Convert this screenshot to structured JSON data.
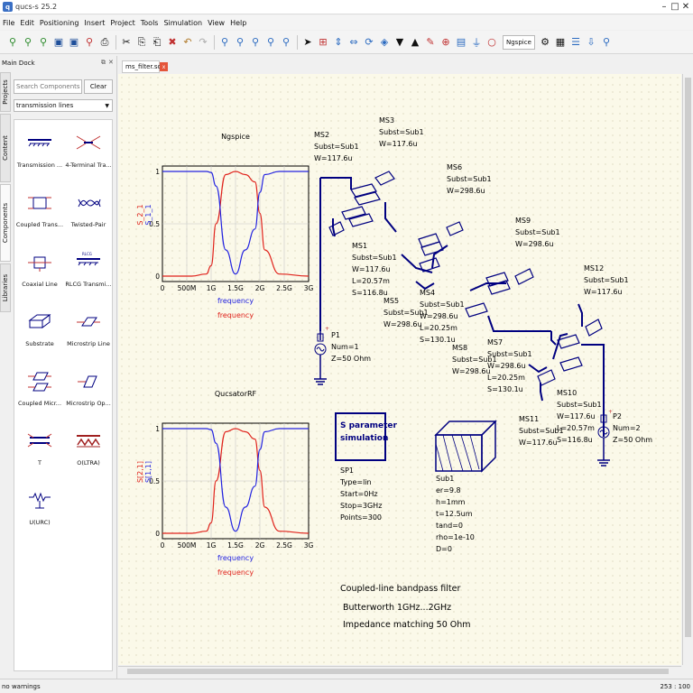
{
  "window": {
    "title": "qucs-s 25.2",
    "min": "–",
    "max": "□",
    "close": "✕"
  },
  "menu": [
    "File",
    "Edit",
    "Positioning",
    "Insert",
    "Project",
    "Tools",
    "Simulation",
    "View",
    "Help"
  ],
  "toolbar": {
    "simulator": "Ngspice"
  },
  "dock": {
    "title": "Main Dock",
    "tabs": [
      "Projects",
      "Content",
      "Components",
      "Libraries"
    ],
    "search_placeholder": "Search Components",
    "clear_label": "Clear",
    "category": "transmission lines",
    "components": [
      {
        "icon": "transmission-line-icon",
        "label": "Transmission ..."
      },
      {
        "icon": "four-terminal-line-icon",
        "label": "4-Terminal Tra..."
      },
      {
        "icon": "coupled-line-icon",
        "label": "Coupled Trans..."
      },
      {
        "icon": "twisted-pair-icon",
        "label": "Twisted-Pair"
      },
      {
        "icon": "coaxial-line-icon",
        "label": "Coaxial Line"
      },
      {
        "icon": "rlcg-line-icon",
        "label": "RLCG Transmi..."
      },
      {
        "icon": "substrate-icon",
        "label": "Substrate"
      },
      {
        "icon": "microstrip-line-icon",
        "label": "Microstrip Line"
      },
      {
        "icon": "coupled-microstrip-icon",
        "label": "Coupled Micr..."
      },
      {
        "icon": "microstrip-open-icon",
        "label": "Microstrip Op..."
      },
      {
        "icon": "tee-icon",
        "label": "T"
      },
      {
        "icon": "oltra-icon",
        "label": "O(LTRA)"
      },
      {
        "icon": "urc-icon",
        "label": "U(URC)"
      }
    ]
  },
  "document": {
    "tab": "ms_filter.sch",
    "close": "x"
  },
  "plots": [
    {
      "title": "Ngspice",
      "ylabels": [
        "S_2_1",
        "S_1_1"
      ],
      "xlabel": [
        "frequency",
        "frequency"
      ],
      "xticks": [
        "0",
        "500M",
        "1G",
        "1.5G",
        "2G",
        "2.5G",
        "3G"
      ],
      "yticks": [
        "0",
        "0.5",
        "1"
      ]
    },
    {
      "title": "QucsatorRF",
      "ylabels": [
        "S[2,1]",
        "S[1,1]"
      ],
      "xlabel": [
        "frequency",
        "frequency"
      ],
      "xticks": [
        "0",
        "500M",
        "1G",
        "1.5G",
        "2G",
        "2.5G",
        "3G"
      ],
      "yticks": [
        "0",
        "0.5",
        "1"
      ]
    }
  ],
  "colors": {
    "s21": "#e0231c",
    "s11": "#2323e0",
    "wire": "#000080",
    "frame": "#000080"
  },
  "chart_data": [
    {
      "type": "line",
      "title": "Ngspice",
      "xlim": [
        0,
        3000000000.0
      ],
      "ylim": [
        0,
        1
      ],
      "series": [
        {
          "name": "S_2_1",
          "x": [
            0,
            600000000.0,
            900000000.0,
            1000000000.0,
            1100000000.0,
            1300000000.0,
            1500000000.0,
            1700000000.0,
            1900000000.0,
            2000000000.0,
            2100000000.0,
            2400000000.0,
            3000000000.0
          ],
          "values": [
            0,
            0,
            0.02,
            0.1,
            0.5,
            0.97,
            1.0,
            0.97,
            0.9,
            0.6,
            0.25,
            0.02,
            0
          ]
        },
        {
          "name": "S_1_1",
          "x": [
            0,
            600000000.0,
            900000000.0,
            1000000000.0,
            1100000000.0,
            1300000000.0,
            1500000000.0,
            1700000000.0,
            1900000000.0,
            2000000000.0,
            2100000000.0,
            2400000000.0,
            3000000000.0
          ],
          "values": [
            1,
            1,
            1.0,
            0.99,
            0.86,
            0.25,
            0.02,
            0.25,
            0.45,
            0.8,
            0.97,
            1.0,
            1
          ]
        }
      ]
    },
    {
      "type": "line",
      "title": "QucsatorRF",
      "xlim": [
        0,
        3000000000.0
      ],
      "ylim": [
        0,
        1
      ],
      "series": [
        {
          "name": "S[2,1]",
          "x": [
            0,
            600000000.0,
            900000000.0,
            1000000000.0,
            1100000000.0,
            1300000000.0,
            1500000000.0,
            1700000000.0,
            1900000000.0,
            2000000000.0,
            2100000000.0,
            2400000000.0,
            3000000000.0
          ],
          "values": [
            0,
            0,
            0.02,
            0.1,
            0.5,
            0.97,
            1.0,
            0.97,
            0.9,
            0.6,
            0.25,
            0.02,
            0
          ]
        },
        {
          "name": "S[1,1]",
          "x": [
            0,
            600000000.0,
            900000000.0,
            1000000000.0,
            1100000000.0,
            1300000000.0,
            1500000000.0,
            1700000000.0,
            1900000000.0,
            2000000000.0,
            2100000000.0,
            2400000000.0,
            3000000000.0
          ],
          "values": [
            1,
            1,
            1.0,
            0.99,
            0.86,
            0.25,
            0.02,
            0.25,
            0.45,
            0.8,
            0.97,
            1.0,
            1
          ]
        }
      ]
    }
  ],
  "schematic": {
    "labels": [
      {
        "lines": [
          "MS2",
          "Subst=Sub1",
          "W=117.6u"
        ]
      },
      {
        "lines": [
          "MS3",
          "Subst=Sub1",
          "W=117.6u"
        ]
      },
      {
        "lines": [
          "MS6",
          "Subst=Sub1",
          "W=298.6u"
        ]
      },
      {
        "lines": [
          "MS9",
          "Subst=Sub1",
          "W=298.6u"
        ]
      },
      {
        "lines": [
          "MS12",
          "Subst=Sub1",
          "W=117.6u"
        ]
      },
      {
        "lines": [
          "MS1",
          "Subst=Sub1",
          "W=117.6u",
          "L=20.57m",
          "S=116.8u"
        ]
      },
      {
        "lines": [
          "MS5",
          "Subst=Sub1",
          "W=298.6u"
        ]
      },
      {
        "lines": [
          "MS4",
          "Subst=Sub1",
          "W=298.6u",
          "L=20.25m",
          "S=130.1u"
        ]
      },
      {
        "lines": [
          "MS8",
          "Subst=Sub1",
          "W=298.6u"
        ]
      },
      {
        "lines": [
          "MS7",
          "Subst=Sub1",
          "W=298.6u",
          "L=20.25m",
          "S=130.1u"
        ]
      },
      {
        "lines": [
          "MS11",
          "Subst=Sub1",
          "W=117.6u"
        ]
      },
      {
        "lines": [
          "MS10",
          "Subst=Sub1",
          "W=117.6u",
          "L=20.57m",
          "S=116.8u"
        ]
      },
      {
        "lines": [
          "P1",
          "Num=1",
          "Z=50 Ohm"
        ]
      },
      {
        "lines": [
          "P2",
          "Num=2",
          "Z=50 Ohm"
        ]
      },
      {
        "lines": [
          "SP1",
          "Type=lin",
          "Start=0Hz",
          "Stop=3GHz",
          "Points=300"
        ]
      },
      {
        "lines": [
          "Sub1",
          "er=9.8",
          "h=1mm",
          "t=12.5um",
          "tand=0",
          "rho=1e-10",
          "D=0"
        ]
      }
    ],
    "sim_box": [
      "S parameter",
      "simulation"
    ],
    "description": [
      "Coupled-line bandpass filter",
      "Butterworth 1GHz...2GHz",
      "Impedance matching 50 Ohm"
    ]
  },
  "status": {
    "left": "no warnings",
    "right": "253 : 100"
  }
}
